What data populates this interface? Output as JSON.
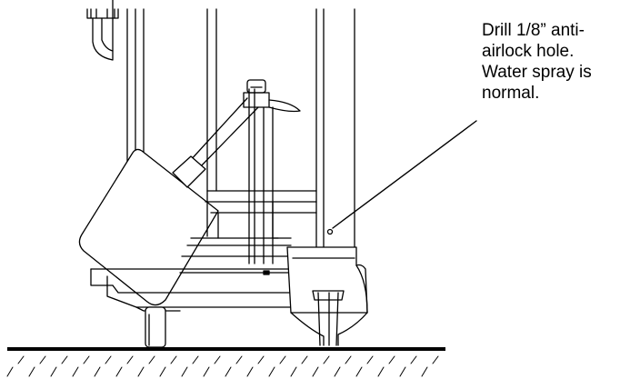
{
  "callout": {
    "lines": [
      "Drill 1/8” anti-",
      "airlock hole.",
      "Water spray is",
      "normal."
    ]
  },
  "colors": {
    "stroke": "#000000",
    "fill": "#ffffff"
  }
}
